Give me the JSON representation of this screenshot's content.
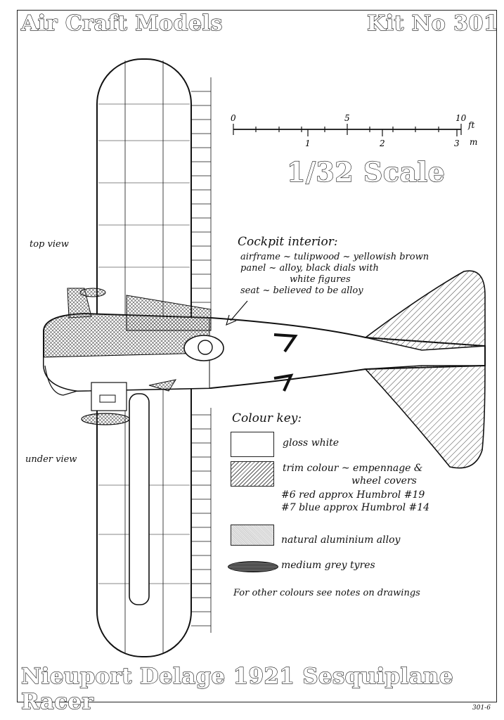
{
  "header": {
    "brand": "Air Craft Models",
    "kit": "Kit No 301"
  },
  "scale": {
    "title": "1/32 Scale",
    "ft_ticks": [
      "0",
      "5",
      "10"
    ],
    "m_ticks": [
      "1",
      "2",
      "3"
    ],
    "ft_unit": "ft",
    "m_unit": "m"
  },
  "views": {
    "top": "top view",
    "under": "under view"
  },
  "cockpit": {
    "title": "Cockpit interior:",
    "lines": [
      "airframe ~ tulipwood ~ yellowish brown",
      "panel ~ alloy, black dials with",
      "white figures",
      "seat ~ believed to be alloy"
    ]
  },
  "colour_key": {
    "title": "Colour key:",
    "gloss_white": "gloss white",
    "trim_line1": "trim colour ~ empennage &",
    "trim_line2": "wheel covers",
    "trim_red": "#6 red approx Humbrol #19",
    "trim_blue": "#7 blue approx Humbrol #14",
    "alloy": "natural aluminium alloy",
    "tyres": "medium grey tyres",
    "note": "For other colours see notes on drawings"
  },
  "footer": {
    "subject": "Nieuport Delage 1921 Sesquiplane Racer",
    "page": "301-6"
  },
  "colors": {
    "ink": "#111111",
    "paper": "#ffffff",
    "hatch": "#555555",
    "alloy_tone": "#cccccc"
  }
}
